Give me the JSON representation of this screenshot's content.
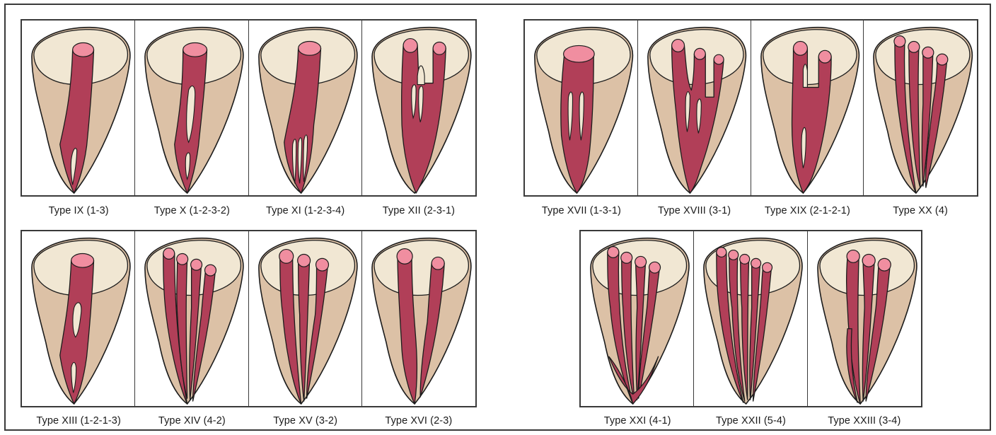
{
  "groups": [
    {
      "id": "top-left",
      "panels": [
        {
          "label": "Type IX (1-3)",
          "variant": "ix"
        },
        {
          "label": "Type X (1-2-3-2)",
          "variant": "x"
        },
        {
          "label": "Type XI (1-2-3-4)",
          "variant": "xi"
        },
        {
          "label": "Type XII (2-3-1)",
          "variant": "xii"
        }
      ]
    },
    {
      "id": "top-right",
      "panels": [
        {
          "label": "Type XVII (1-3-1)",
          "variant": "xvii"
        },
        {
          "label": "Type XVIII (3-1)",
          "variant": "xviii"
        },
        {
          "label": "Type XIX (2-1-2-1)",
          "variant": "xix"
        },
        {
          "label": "Type XX (4)",
          "variant": "xx"
        }
      ]
    },
    {
      "id": "bottom-left",
      "panels": [
        {
          "label": "Type XIII (1-2-1-3)",
          "variant": "xiii"
        },
        {
          "label": "Type XIV (4-2)",
          "variant": "xiv"
        },
        {
          "label": "Type XV (3-2)",
          "variant": "xv"
        },
        {
          "label": "Type XVI (2-3)",
          "variant": "xvi"
        }
      ]
    },
    {
      "id": "bottom-right",
      "panels": [
        {
          "label": "Type XXI (4-1)",
          "variant": "xxi"
        },
        {
          "label": "Type XXII (5-4)",
          "variant": "xxii"
        },
        {
          "label": "Type XXIII (3-4)",
          "variant": "xxiii"
        }
      ]
    }
  ],
  "colors": {
    "root_body": "#dcc1a6",
    "root_top": "#f1e7d3",
    "canal": "#b13f58",
    "orifice": "#f08ea0",
    "outline": "#1c1c1c"
  }
}
